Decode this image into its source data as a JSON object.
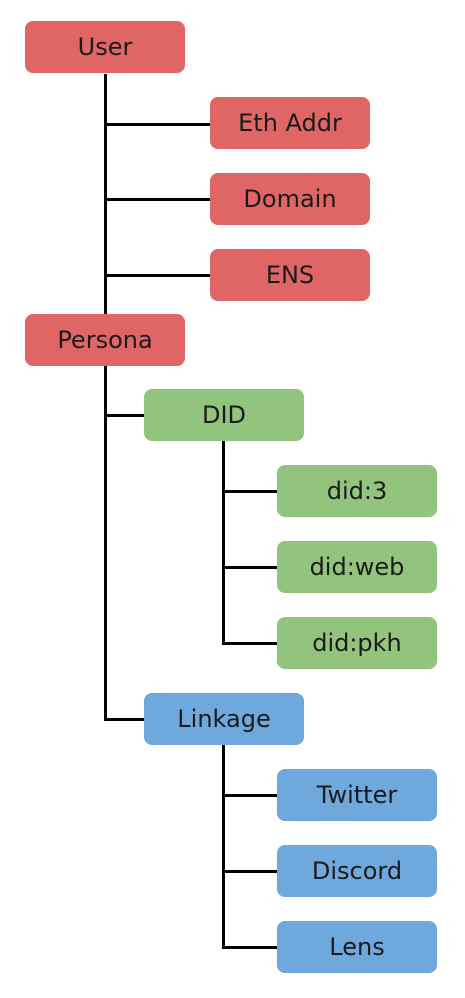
{
  "tree": {
    "user": {
      "label": "User",
      "children": [
        "Eth Addr",
        "Domain",
        "ENS"
      ]
    },
    "persona": {
      "label": "Persona",
      "did": {
        "label": "DID",
        "children": [
          "did:3",
          "did:web",
          "did:pkh"
        ]
      },
      "linkage": {
        "label": "Linkage",
        "children": [
          "Twitter",
          "Discord",
          "Lens"
        ]
      }
    }
  },
  "colors": {
    "user_branch": "#e06666",
    "did_branch": "#93c47d",
    "linkage_branch": "#6fa8dc",
    "connector": "#000000"
  }
}
